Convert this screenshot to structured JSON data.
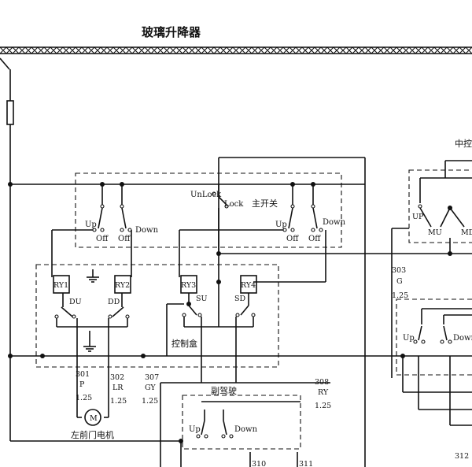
{
  "title": "玻璃升降器",
  "labels": {
    "zhongkong": "中控",
    "unlock": "UnLock",
    "lock": "Lock",
    "main_switch": "主开关",
    "control_box": "控制盒",
    "fuzhi": "副驾驶",
    "motor_caption": "左前门电机",
    "motor_symbol": "M",
    "ry1": "RY1",
    "ry2": "RY2",
    "ry3": "RY3",
    "ry4": "RY4",
    "du": "DU",
    "dd": "DD",
    "su": "SU",
    "sd": "SD",
    "mu": "MU",
    "md": "MD",
    "up": "Up",
    "down": "Down",
    "off": "Off",
    "UP": "UP"
  },
  "wires": {
    "w301": {
      "num": "301",
      "color": "P",
      "gauge": "1.25"
    },
    "w302": {
      "num": "302",
      "color": "LR",
      "gauge": "1.25"
    },
    "w307": {
      "num": "307",
      "color": "GY",
      "gauge": "1.25"
    },
    "w308": {
      "num": "308",
      "color": "RY",
      "gauge": "1.25"
    },
    "w303": {
      "num": "303",
      "color": "G",
      "gauge": "1.25"
    },
    "w310": {
      "num": "310"
    },
    "w311": {
      "num": "311"
    },
    "w312": {
      "num": "312"
    }
  }
}
